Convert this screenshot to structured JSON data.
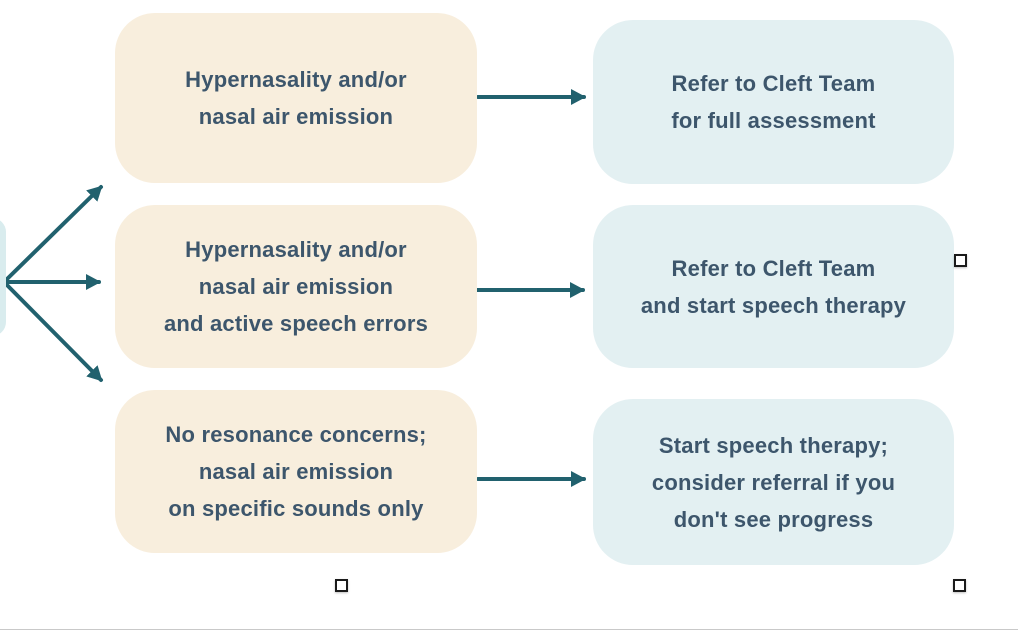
{
  "diagram": {
    "type": "flowchart",
    "colors": {
      "condition_fill": "#f8eedd",
      "action_fill": "#e3f0f2",
      "partial_fill": "#d9ecee",
      "arrow_stroke": "#21616e",
      "text_color": "#3d566c",
      "handle_fill": "#ffffff",
      "handle_border": "#1a1a1a",
      "edge_line": "#c9c9c9"
    },
    "condition_boxes": [
      {
        "label": "Hypernasality and/or\nnasal air emission"
      },
      {
        "label": "Hypernasality and/or\nnasal air emission\nand active speech errors"
      },
      {
        "label": "No resonance concerns;\nnasal air emission\non specific sounds only"
      }
    ],
    "action_boxes": [
      {
        "label": "Refer to Cleft Team\nfor full assessment"
      },
      {
        "label": "Refer to Cleft Team\nand start speech therapy"
      },
      {
        "label": "Start speech therapy;\nconsider referral if you\ndon't see progress"
      }
    ]
  }
}
